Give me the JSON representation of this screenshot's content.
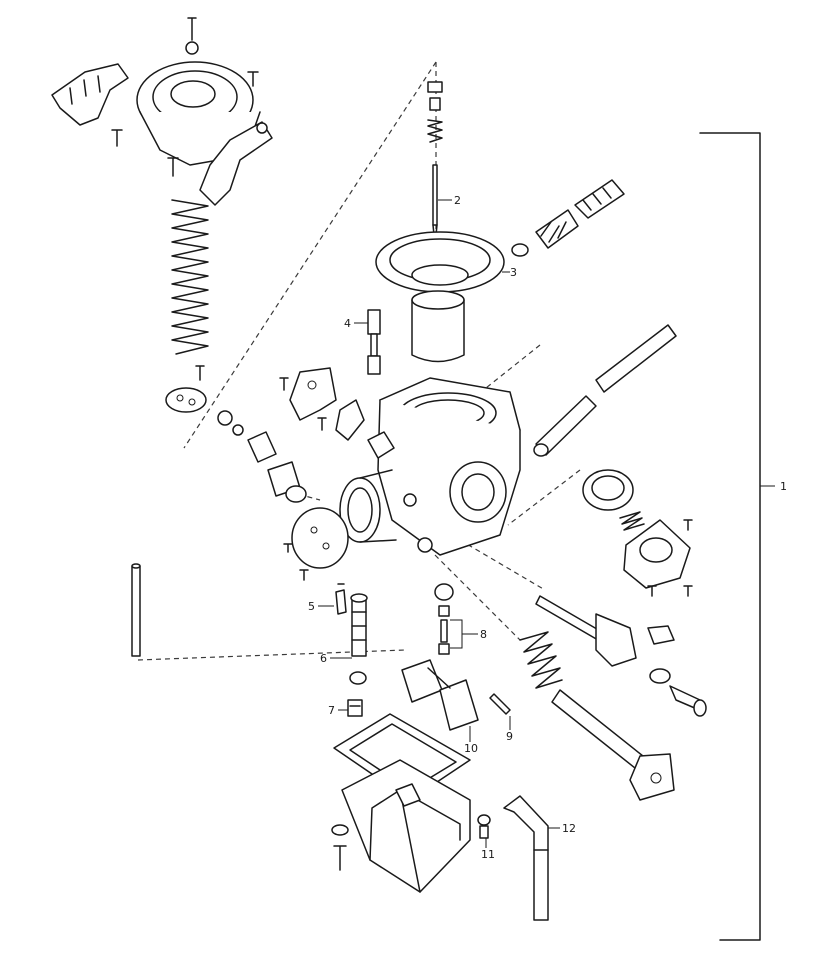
{
  "diagram": {
    "callouts": [
      {
        "id": "1",
        "text": "1"
      },
      {
        "id": "2",
        "text": "2"
      },
      {
        "id": "3",
        "text": "3"
      },
      {
        "id": "4",
        "text": "4"
      },
      {
        "id": "5",
        "text": "5"
      },
      {
        "id": "6",
        "text": "6"
      },
      {
        "id": "7",
        "text": "7"
      },
      {
        "id": "8",
        "text": "8"
      },
      {
        "id": "9",
        "text": "9"
      },
      {
        "id": "10",
        "text": "10"
      },
      {
        "id": "11",
        "text": "11"
      },
      {
        "id": "12",
        "text": "12"
      }
    ],
    "colors": {
      "line": "#1a1a1a",
      "dashed_guide": "#3a3a3a",
      "background": "#ffffff"
    }
  }
}
